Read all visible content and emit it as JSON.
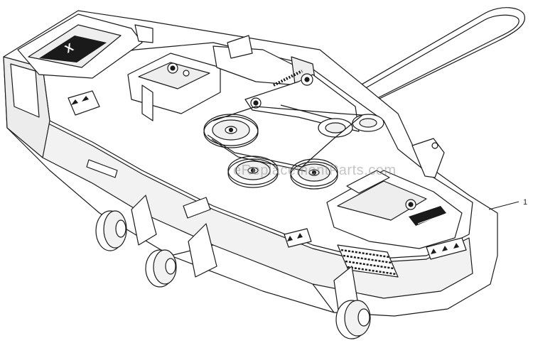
{
  "diagram": {
    "watermark": "eReplacementParts.com",
    "callouts": [
      {
        "label": "1"
      }
    ],
    "logo_text": "X"
  },
  "colors": {
    "line": "#1a1a1a",
    "fill": "#ffffff",
    "shade": "#e9e9e9",
    "dark": "#333333"
  }
}
